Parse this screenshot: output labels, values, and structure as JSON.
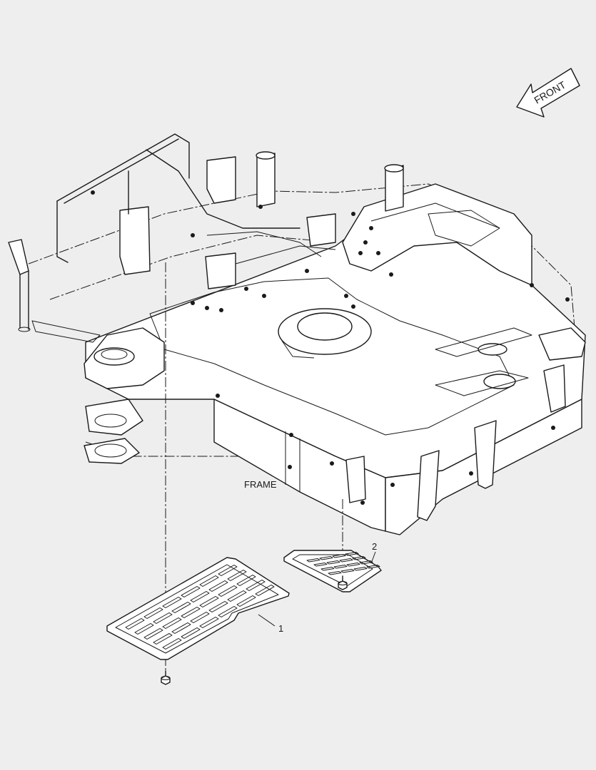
{
  "labels": {
    "front": "FRONT",
    "frame": "FRAME",
    "callout_1": "1",
    "callout_2": "2"
  },
  "icons": {
    "front_arrow": "front-direction-arrow-icon",
    "bolt": "bolt-icon"
  },
  "colors": {
    "background": "#eeeeee",
    "line": "#1a1a1a"
  }
}
